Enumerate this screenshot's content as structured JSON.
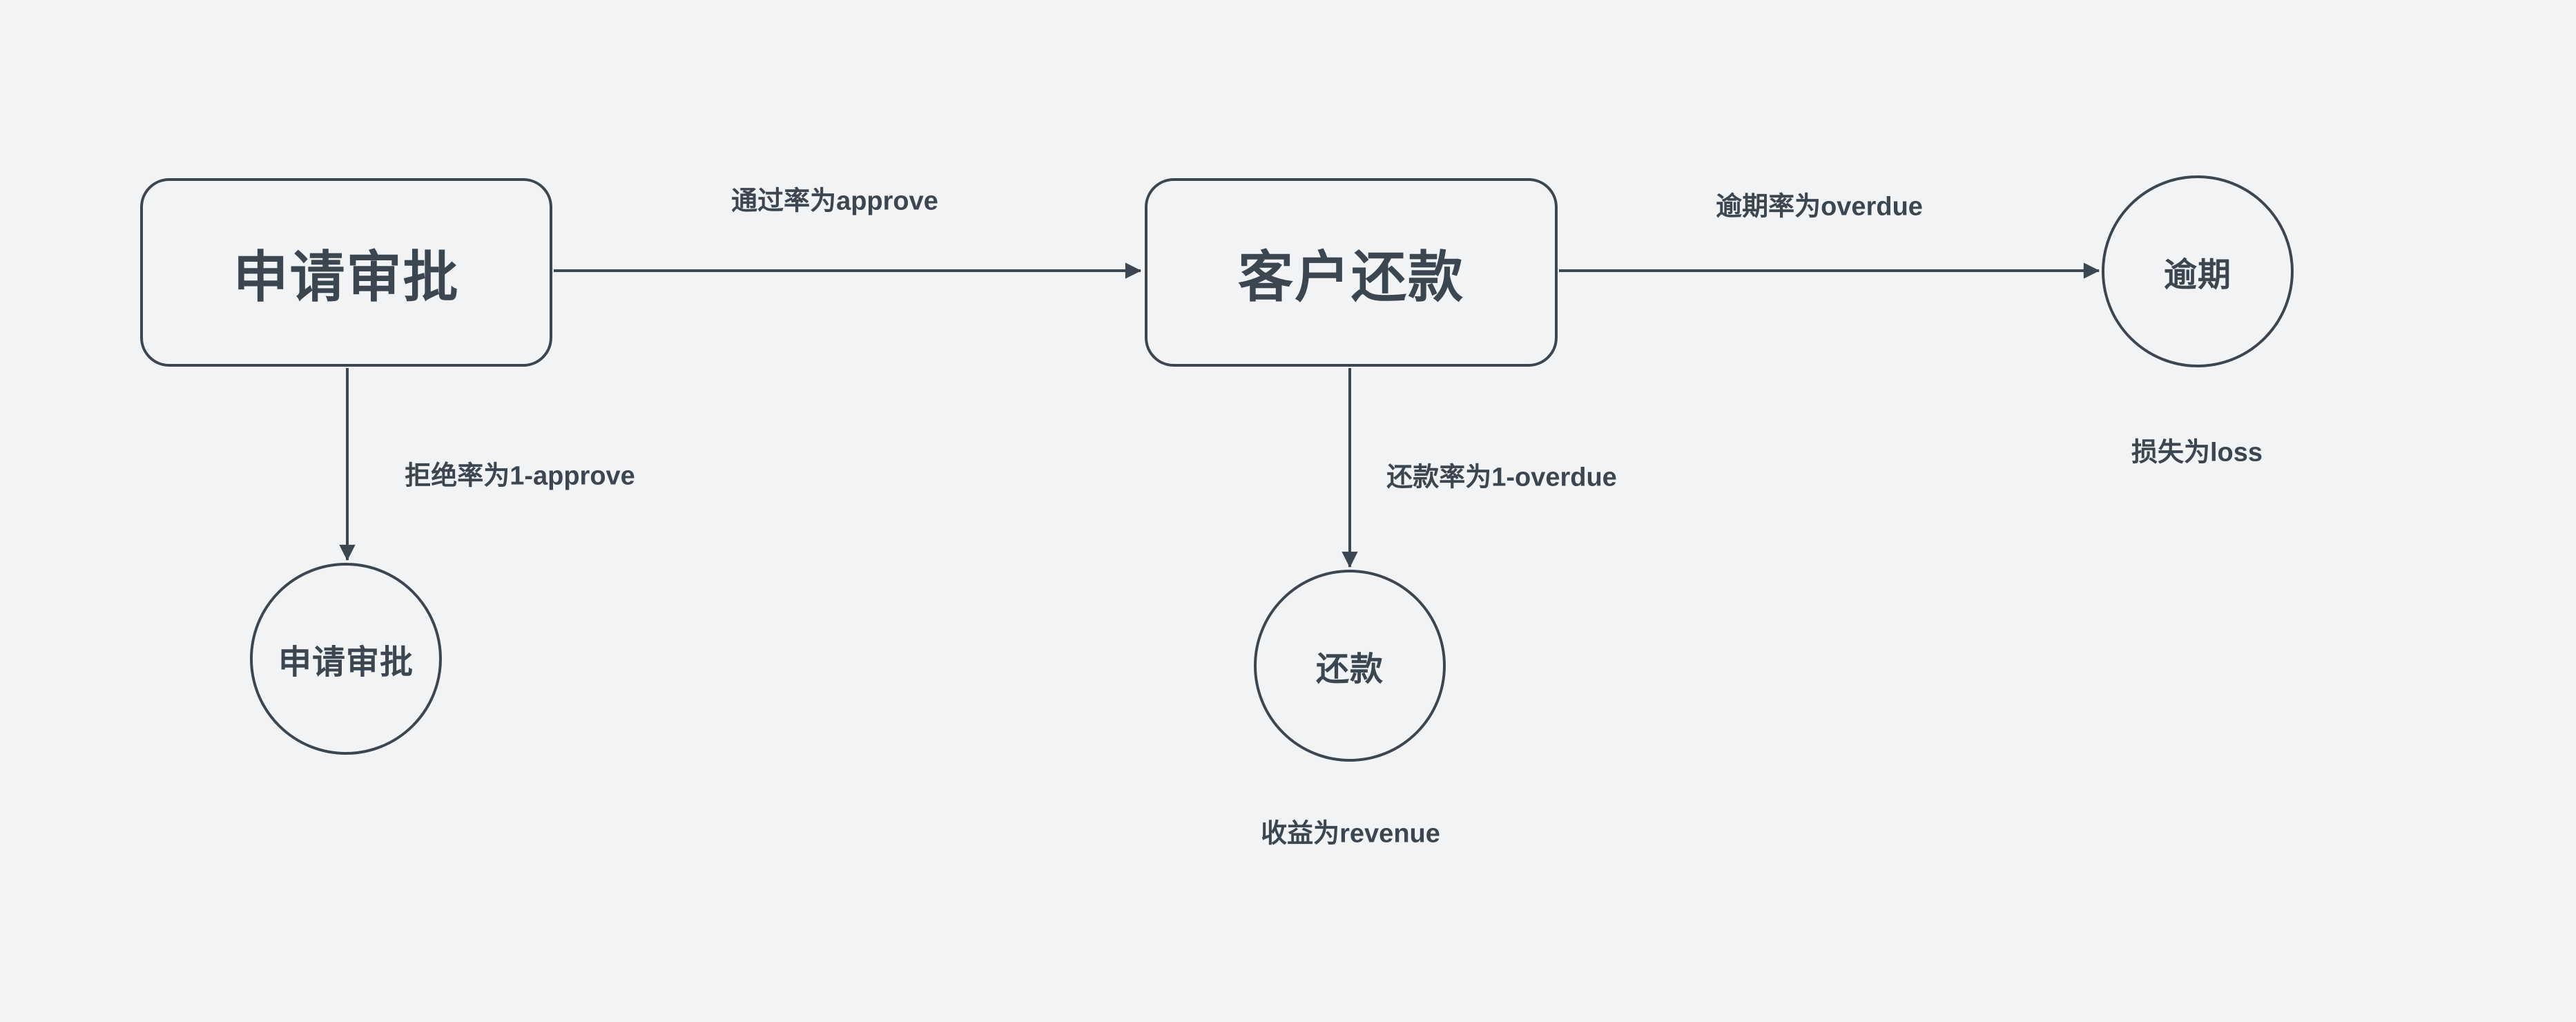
{
  "canvas": {
    "background_color": "#f2f3f5",
    "stroke_color": "#3c4650",
    "text_color": "#3c4650"
  },
  "nodes": {
    "approval_box": {
      "shape": "rounded-rect",
      "label": "申请审批"
    },
    "repayment_box": {
      "shape": "rounded-rect",
      "label": "客户还款"
    },
    "rejected_circle": {
      "shape": "circle",
      "label": "申请审批"
    },
    "repaid_circle": {
      "shape": "circle",
      "label": "还款"
    },
    "overdue_circle": {
      "shape": "circle",
      "label": "逾期"
    }
  },
  "edges": {
    "approve": {
      "from": "approval_box",
      "to": "repayment_box",
      "label": "通过率为approve"
    },
    "overdue": {
      "from": "repayment_box",
      "to": "overdue_circle",
      "label": "逾期率为overdue"
    },
    "reject": {
      "from": "approval_box",
      "to": "rejected_circle",
      "label": "拒绝率为1-approve"
    },
    "repay": {
      "from": "repayment_box",
      "to": "repaid_circle",
      "label": "还款率为1-overdue"
    }
  },
  "captions": {
    "loss": {
      "label": "损失为loss"
    },
    "revenue": {
      "label": "收益为revenue"
    }
  }
}
